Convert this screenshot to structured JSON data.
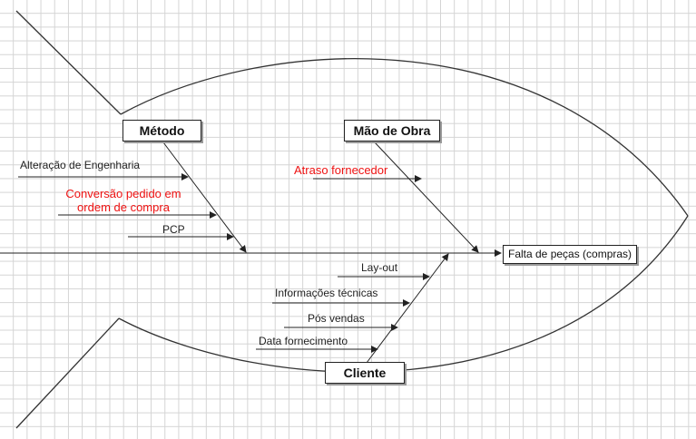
{
  "diagram": {
    "effect": "Falta de peças (compras)",
    "categories": {
      "metodo": "Método",
      "mao_de_obra": "Mão de Obra",
      "cliente": "Cliente"
    },
    "causes": {
      "metodo": [
        {
          "text": "Alteração de Engenharia",
          "highlight": false
        },
        {
          "text": "Conversão pedido em\nordem de compra",
          "highlight": true
        },
        {
          "text": "PCP",
          "highlight": false
        }
      ],
      "mao_de_obra": [
        {
          "text": "Atraso fornecedor",
          "highlight": true
        }
      ],
      "cliente": [
        {
          "text": "Lay-out",
          "highlight": false
        },
        {
          "text": "Informações técnicas",
          "highlight": false
        },
        {
          "text": "Pós vendas",
          "highlight": false
        },
        {
          "text": "Data fornecimento",
          "highlight": false
        }
      ]
    },
    "colors": {
      "line": "#222222",
      "grid": "#d4d4d4",
      "highlight_text": "#ee1111",
      "normal_text": "#222222"
    }
  }
}
